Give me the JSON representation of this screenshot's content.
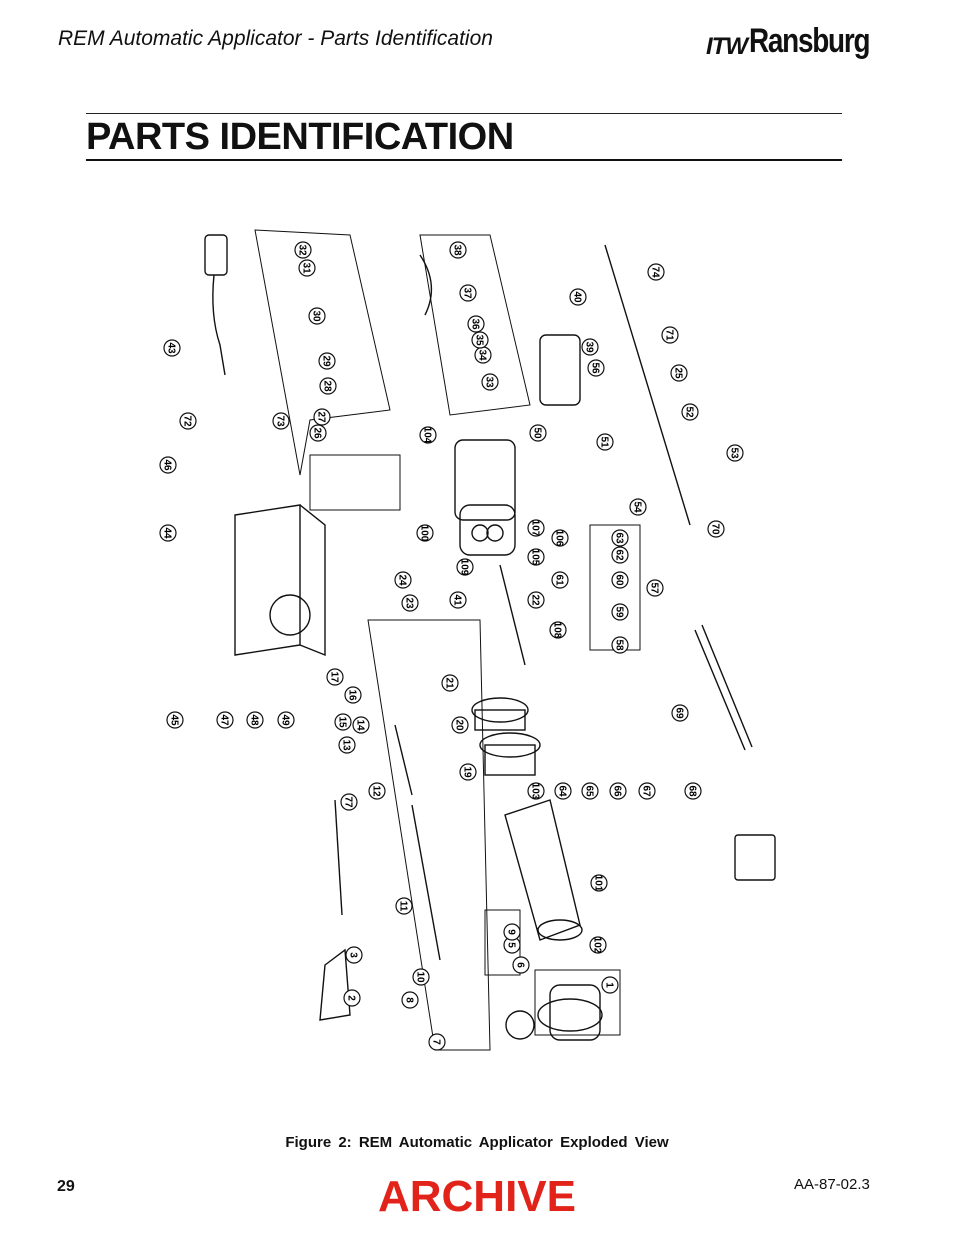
{
  "header": {
    "title": "REM Automatic Applicator - Parts Identification",
    "brand_prefix": "ITW",
    "brand_name": "Ransburg"
  },
  "page_title": "PARTS IDENTIFICATION",
  "figure": {
    "caption": "Figure 2:   REM Automatic Applicator Exploded View",
    "callouts": [
      "1",
      "2",
      "3",
      "5",
      "6",
      "7",
      "8",
      "9",
      "10",
      "11",
      "12",
      "13",
      "14",
      "15",
      "16",
      "17",
      "19",
      "20",
      "21",
      "22",
      "23",
      "24",
      "25",
      "26",
      "27",
      "28",
      "29",
      "30",
      "31",
      "32",
      "33",
      "34",
      "35",
      "36",
      "37",
      "38",
      "39",
      "40",
      "41",
      "43",
      "44",
      "45",
      "46",
      "47",
      "48",
      "49",
      "50",
      "51",
      "52",
      "53",
      "54",
      "56",
      "57",
      "58",
      "59",
      "60",
      "61",
      "62",
      "63",
      "64",
      "65",
      "66",
      "67",
      "68",
      "69",
      "70",
      "71",
      "72",
      "73",
      "74",
      "77",
      "100",
      "101",
      "102",
      "103",
      "104",
      "105",
      "106",
      "107",
      "108",
      "109"
    ]
  },
  "footer": {
    "page_number": "29",
    "doc_code": "AA-87-02.3",
    "stamp": "ARCHIVE"
  }
}
